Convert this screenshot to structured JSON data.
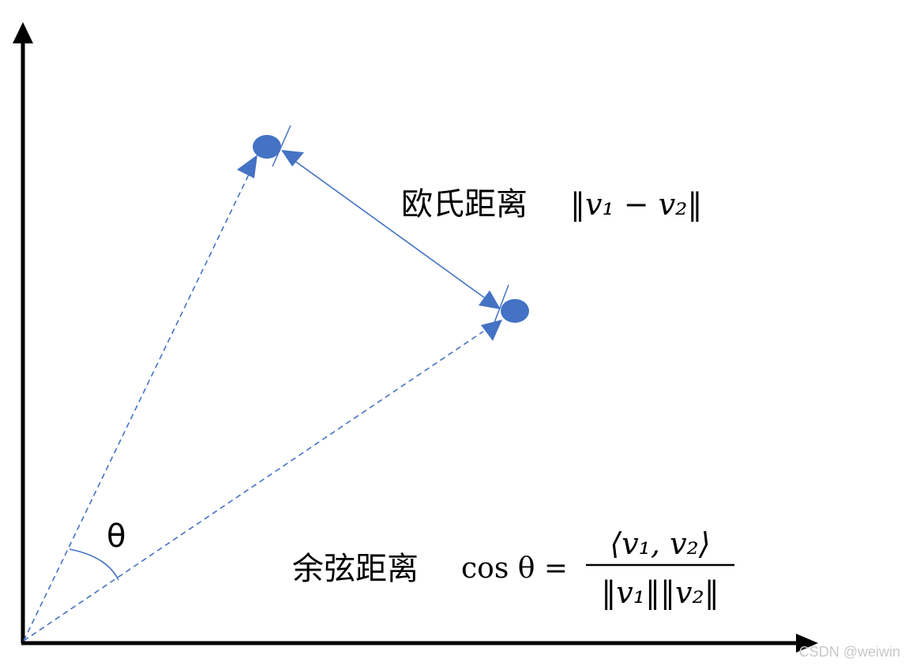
{
  "colors": {
    "vector": "#4472c4",
    "axis": "#000000"
  },
  "angle_label": "θ",
  "euclidean": {
    "label": "欧氏距离",
    "formula": "‖v₁ − v₂‖"
  },
  "cosine": {
    "label": "余弦距离",
    "lhs": "cos θ =",
    "numerator": "⟨v₁, v₂⟩",
    "denominator": "‖v₁‖‖v₂‖"
  },
  "watermark": "CSDN @weiwin"
}
